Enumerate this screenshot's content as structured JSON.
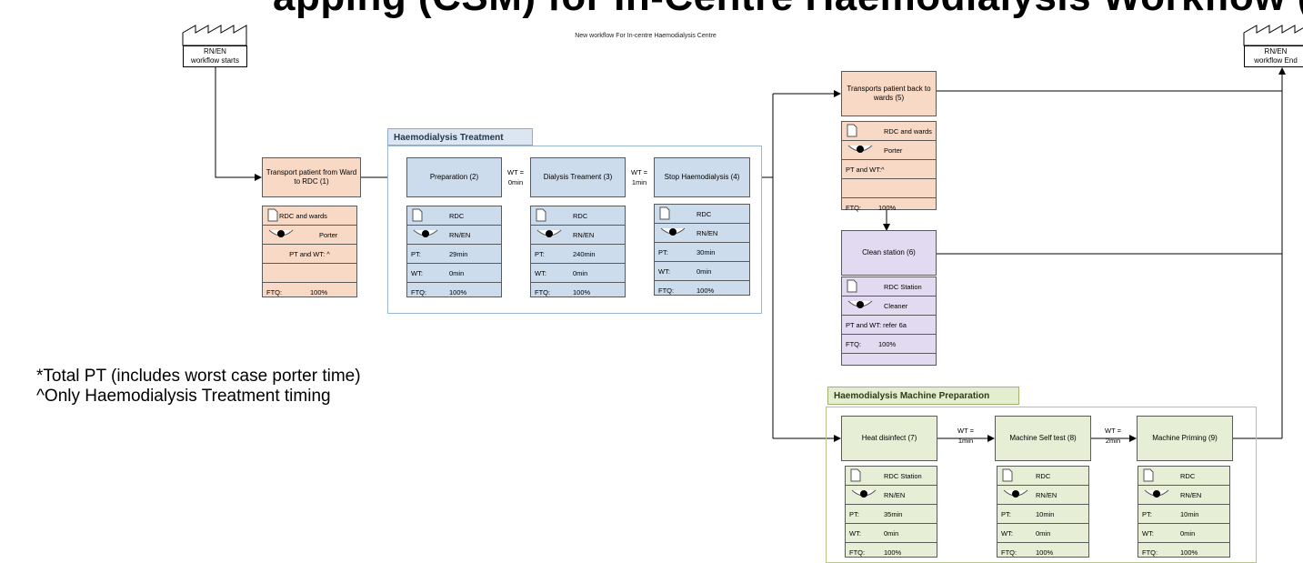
{
  "banner_text": "apping (CSM) for In-Centre Haemodialysis Workflow (",
  "subtitle": "New workflow For In-centre Haemodialysis Centre",
  "start_label": [
    "RN/EN",
    "workflow starts"
  ],
  "end_label": [
    "RN/EN",
    "workflow End"
  ],
  "groups": {
    "treatment": "Haemodialysis Treatment",
    "machine_prep": "Haemodialysis Machine Preparation"
  },
  "steps": {
    "s1": {
      "title": "Transport patient from Ward to RDC (1)",
      "location": "RDC and wards",
      "role": "Porter",
      "pt_wt": "PT and WT: ^",
      "ftq_label": "FTQ:",
      "ftq": "100%"
    },
    "s2": {
      "title": "Preparation (2)",
      "location": "RDC",
      "role": "RN/EN",
      "pt_label": "PT:",
      "pt": "29min",
      "wt_label": "WT:",
      "wt": "0min",
      "ftq_label": "FTQ:",
      "ftq": "100%"
    },
    "s3": {
      "title": "Dialysis Treament (3)",
      "location": "RDC",
      "role": "RN/EN",
      "pt_label": "PT:",
      "pt": "240min",
      "wt_label": "WT:",
      "wt": "0min",
      "ftq_label": "FTQ:",
      "ftq": "100%"
    },
    "s4": {
      "title": "Stop Haemodialysis (4)",
      "location": "RDC",
      "role": "RN/EN",
      "pt_label": "PT:",
      "pt": "30min",
      "wt_label": "WT:",
      "wt": "0min",
      "ftq_label": "FTQ:",
      "ftq": "100%"
    },
    "s5": {
      "title": "Transports patient back to wards (5)",
      "location": "RDC and wards",
      "role": "Porter",
      "pt_wt": "PT and WT:^",
      "ftq_label": "FTQ:",
      "ftq": "100%"
    },
    "s6": {
      "title": "Clean station (6)",
      "location": "RDC Station",
      "role": "Cleaner",
      "pt_wt": "PT and WT: refer 6a",
      "ftq_label": "FTQ:",
      "ftq": "100%"
    },
    "s7": {
      "title": "Heat disinfect (7)",
      "location": "RDC Station",
      "role": "RN/EN",
      "pt_label": "PT:",
      "pt": "35min",
      "wt_label": "WT:",
      "wt": "0min",
      "ftq_label": "FTQ:",
      "ftq": "100%"
    },
    "s8": {
      "title": "Machine Self test (8)",
      "location": "RDC",
      "role": "RN/EN",
      "pt_label": "PT:",
      "pt": "10min",
      "wt_label": "WT:",
      "wt": "0min",
      "ftq_label": "FTQ:",
      "ftq": "100%"
    },
    "s9": {
      "title": "Machine Priming (9)",
      "location": "RDC",
      "role": "RN/EN",
      "pt_label": "PT:",
      "pt": "10min",
      "wt_label": "WT:",
      "wt": "0min",
      "ftq_label": "FTQ:",
      "ftq": "100%"
    }
  },
  "waits": {
    "w23": [
      "WT =",
      "0min"
    ],
    "w34": [
      "WT =",
      "1min"
    ],
    "w78": [
      "WT =",
      "1min"
    ],
    "w89": [
      "WT =",
      "2min"
    ]
  },
  "notes": [
    "*Total PT (includes worst case porter time)",
    "^Only Haemodialysis Treatment timing"
  ],
  "colors": {
    "transport": "#f8d9c5",
    "treatment": "#ccdcec",
    "cleaning": "#e2daf0",
    "machine": "#e6eed5"
  }
}
